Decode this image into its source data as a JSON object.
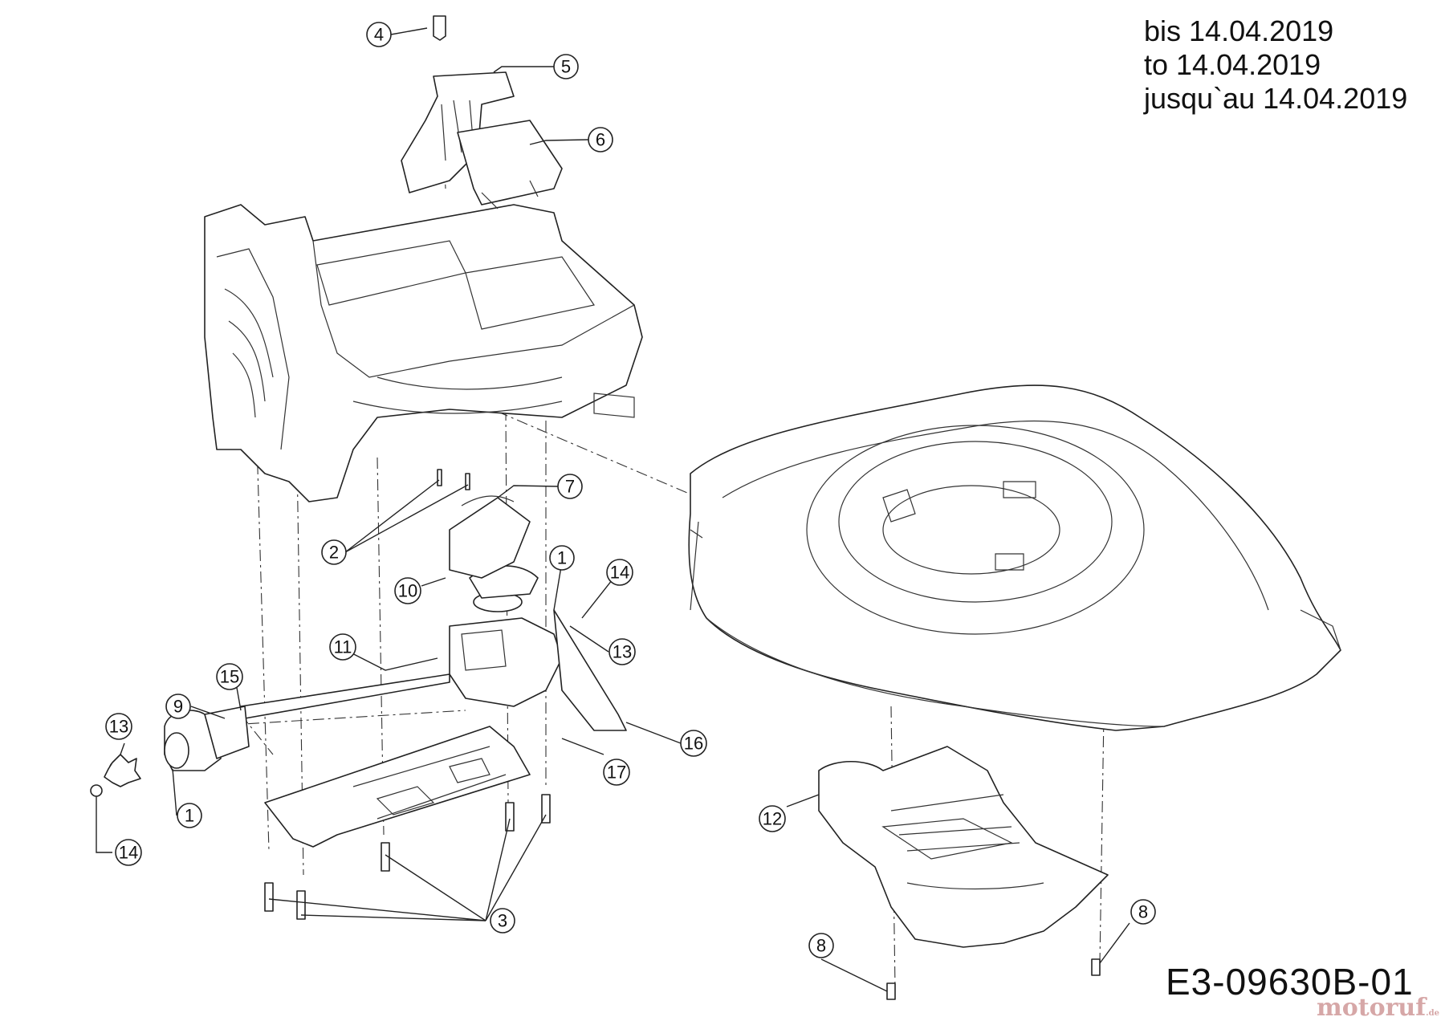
{
  "validity_note": {
    "line_de": "bis 14.04.2019",
    "line_en": "to 14.04.2019",
    "line_fr": "jusqu`au 14.04.2019"
  },
  "drawing_number": "E3-09630B-01",
  "watermark": {
    "brand": "motoruf",
    "suffix": ".de"
  },
  "callouts": [
    {
      "id": "c4",
      "label": "4"
    },
    {
      "id": "c5",
      "label": "5"
    },
    {
      "id": "c6",
      "label": "6"
    },
    {
      "id": "c7",
      "label": "7"
    },
    {
      "id": "c2",
      "label": "2"
    },
    {
      "id": "c1a",
      "label": "1"
    },
    {
      "id": "c14a",
      "label": "14"
    },
    {
      "id": "c10",
      "label": "10"
    },
    {
      "id": "c13a",
      "label": "13"
    },
    {
      "id": "c11",
      "label": "11"
    },
    {
      "id": "c15",
      "label": "15"
    },
    {
      "id": "c9",
      "label": "9"
    },
    {
      "id": "c13b",
      "label": "13"
    },
    {
      "id": "c16",
      "label": "16"
    },
    {
      "id": "c17",
      "label": "17"
    },
    {
      "id": "c1b",
      "label": "1"
    },
    {
      "id": "c14b",
      "label": "14"
    },
    {
      "id": "c12",
      "label": "12"
    },
    {
      "id": "c3",
      "label": "3"
    },
    {
      "id": "c8a",
      "label": "8"
    },
    {
      "id": "c8b",
      "label": "8"
    }
  ]
}
